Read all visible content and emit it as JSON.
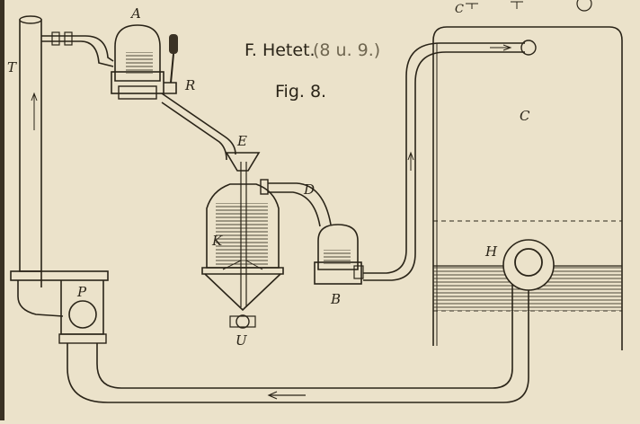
{
  "title": "F. Hetet.",
  "plate_ref": "(8 u. 9.)",
  "figure_label": "Fig. 8.",
  "labels": {
    "A": "A",
    "T": "T",
    "R": "R",
    "E": "E",
    "D": "D",
    "K": "K",
    "B": "B",
    "U": "U",
    "P": "P",
    "H": "H",
    "C": "C",
    "C_top": "C"
  },
  "colors": {
    "paper": "#ece3cc",
    "ink": "#2a2418"
  }
}
